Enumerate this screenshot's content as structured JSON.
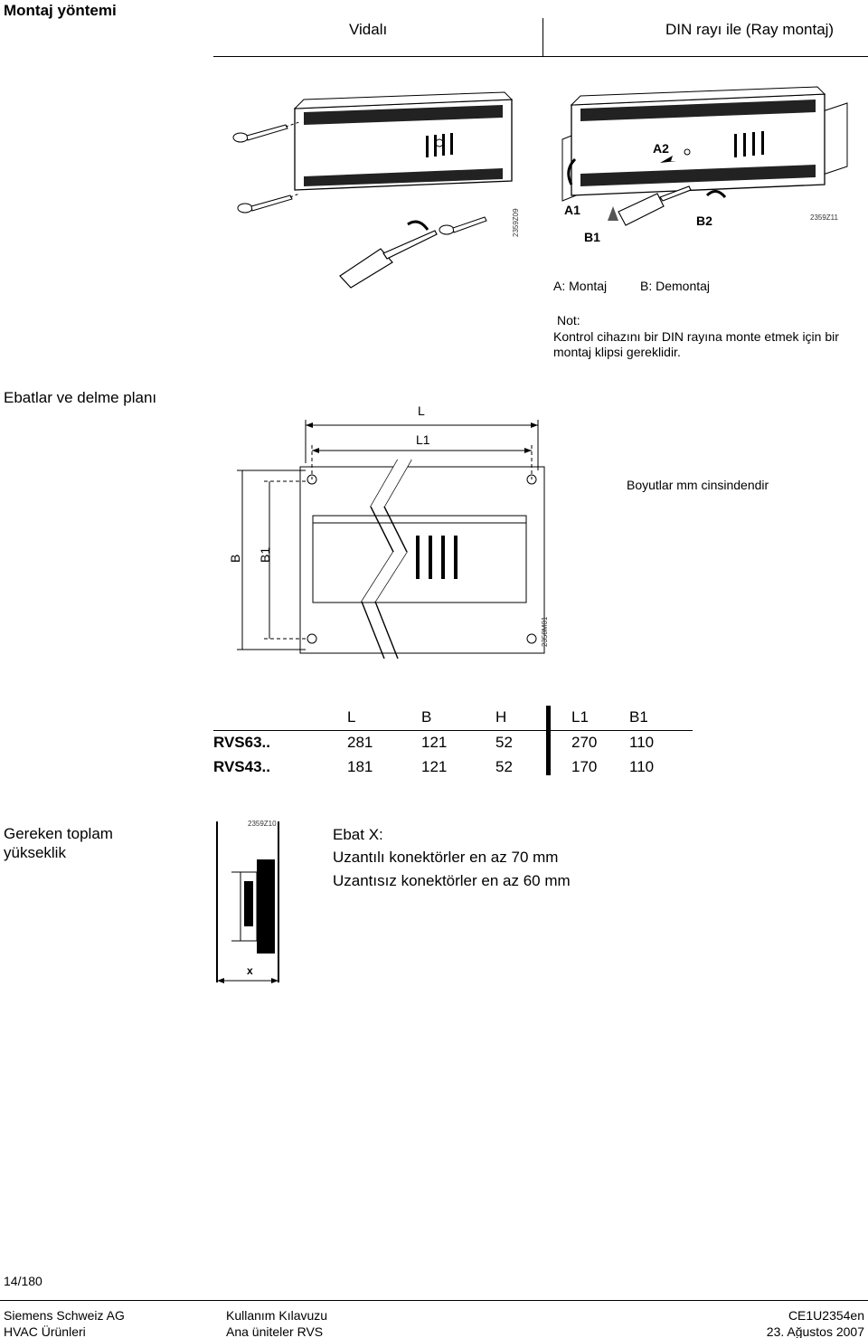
{
  "mounting": {
    "section_title": "Montaj yöntemi",
    "col_screw": "Vidalı",
    "col_din": "DIN rayı ile (Ray montaj)",
    "fig_screw_id": "2359Z09",
    "fig_din_id": "2359Z11",
    "fig_labels": {
      "a1": "A1",
      "a2": "A2",
      "b1": "B1",
      "b2": "B2"
    },
    "legend_a": "A: Montaj",
    "legend_b": "B: Demontaj",
    "note_title": "Not:",
    "note_line1": "Kontrol cihazını bir DIN rayına monte etmek için bir",
    "note_line2": "montaj klipsi gereklidir."
  },
  "dimensions": {
    "section_title": "Ebatlar ve delme planı",
    "label_L": "L",
    "label_L1": "L1",
    "label_B": "B",
    "label_B1": "B1",
    "units_note": "Boyutlar mm cinsindendir",
    "fig_id": "2358M01",
    "table": {
      "headers": [
        "L",
        "B",
        "H",
        "L1",
        "B1"
      ],
      "rows": [
        {
          "model": "RVS63..",
          "values": [
            "281",
            "121",
            "52",
            "270",
            "110"
          ]
        },
        {
          "model": "RVS43..",
          "values": [
            "181",
            "121",
            "52",
            "170",
            "110"
          ]
        }
      ]
    }
  },
  "height": {
    "title_line1": "Gereken  toplam",
    "title_line2": "yükseklik",
    "fig_id": "2359Z10",
    "x_label": "x",
    "spec_title": "Ebat X:",
    "spec_line1": "Uzantılı konektörler en az 70 mm",
    "spec_line2": "Uzantısız konektörler en az 60 mm"
  },
  "footer": {
    "page": "14/180",
    "company": "Siemens Schweiz AG",
    "division": "HVAC Ürünleri",
    "doc_type": "Kullanım Kılavuzu",
    "doc_sub": "Ana üniteler RVS",
    "doc_id": "CE1U2354en",
    "date": "23. Ağustos 2007"
  }
}
